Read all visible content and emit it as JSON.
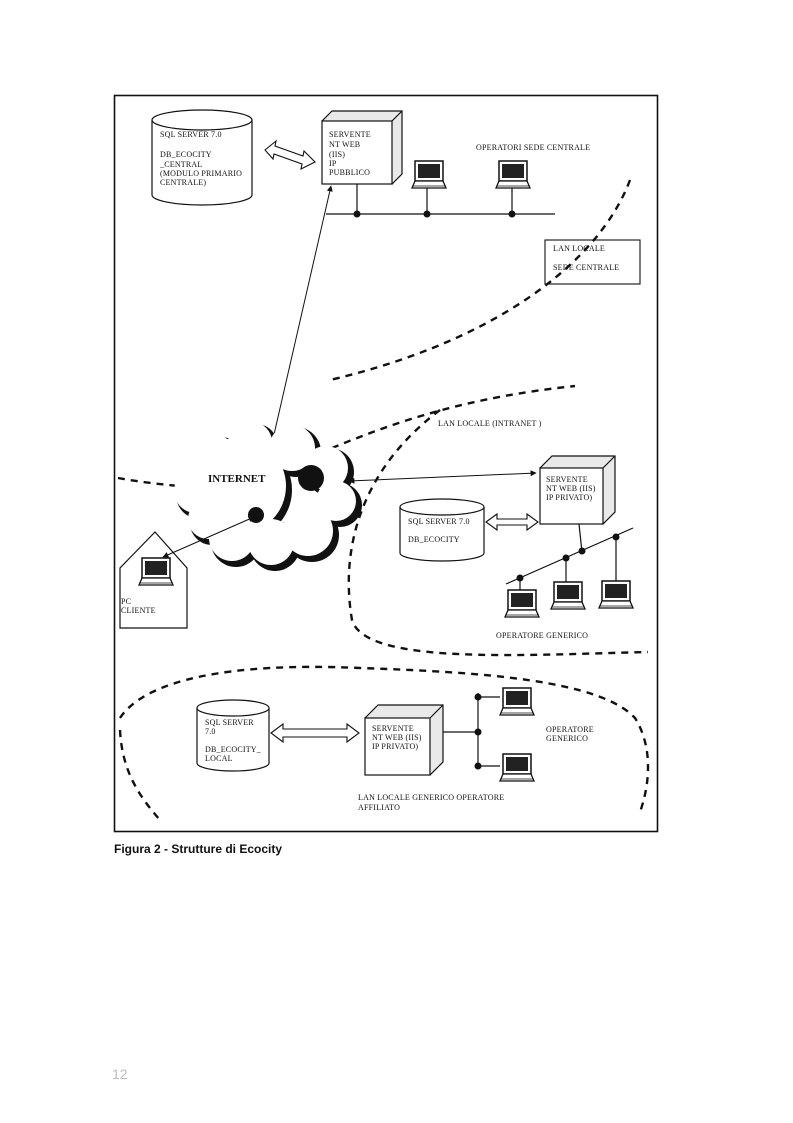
{
  "figure": {
    "central": {
      "db_lines": [
        "SQL SERVER 7.0",
        "DB_ECOCITY",
        "_CENTRAL",
        "(MODULO PRIMARIO",
        "CENTRALE)"
      ],
      "server_lines": [
        "SERVENTE",
        "NT WEB",
        "(IIS)",
        "IP",
        "PUBBLICO"
      ],
      "operators_label": "OPERATORI SEDE CENTRALE",
      "lan_box_lines": [
        "LAN LOCALE",
        "SEDE CENTRALE"
      ]
    },
    "internet_label": "INTERNET",
    "intranet": {
      "lan_label": "LAN LOCALE (INTRANET )",
      "server_lines": [
        "SERVENTE",
        "NT WEB (IIS)",
        "IP PRIVATO)"
      ],
      "db_lines": [
        "SQL SERVER 7.0",
        "DB_ECOCITY"
      ],
      "operators_label": "OPERATORE GENERICO"
    },
    "client_lines": [
      "PC",
      "CLIENTE"
    ],
    "local": {
      "db_lines": [
        "SQL SERVER",
        "7.0",
        "DB_ECOCITY_",
        "LOCAL"
      ],
      "server_lines": [
        "SERVENTE",
        "NT WEB (IIS)",
        "IP PRIVATO)"
      ],
      "operators_lines": [
        "OPERATORE",
        "GENERICO"
      ],
      "lan_lines": [
        "LAN LOCALE GENERICO OPERATORE",
        "AFFILIATO"
      ]
    }
  },
  "caption": "Figura 2 - Strutture di Ecocity",
  "page_number": "12"
}
